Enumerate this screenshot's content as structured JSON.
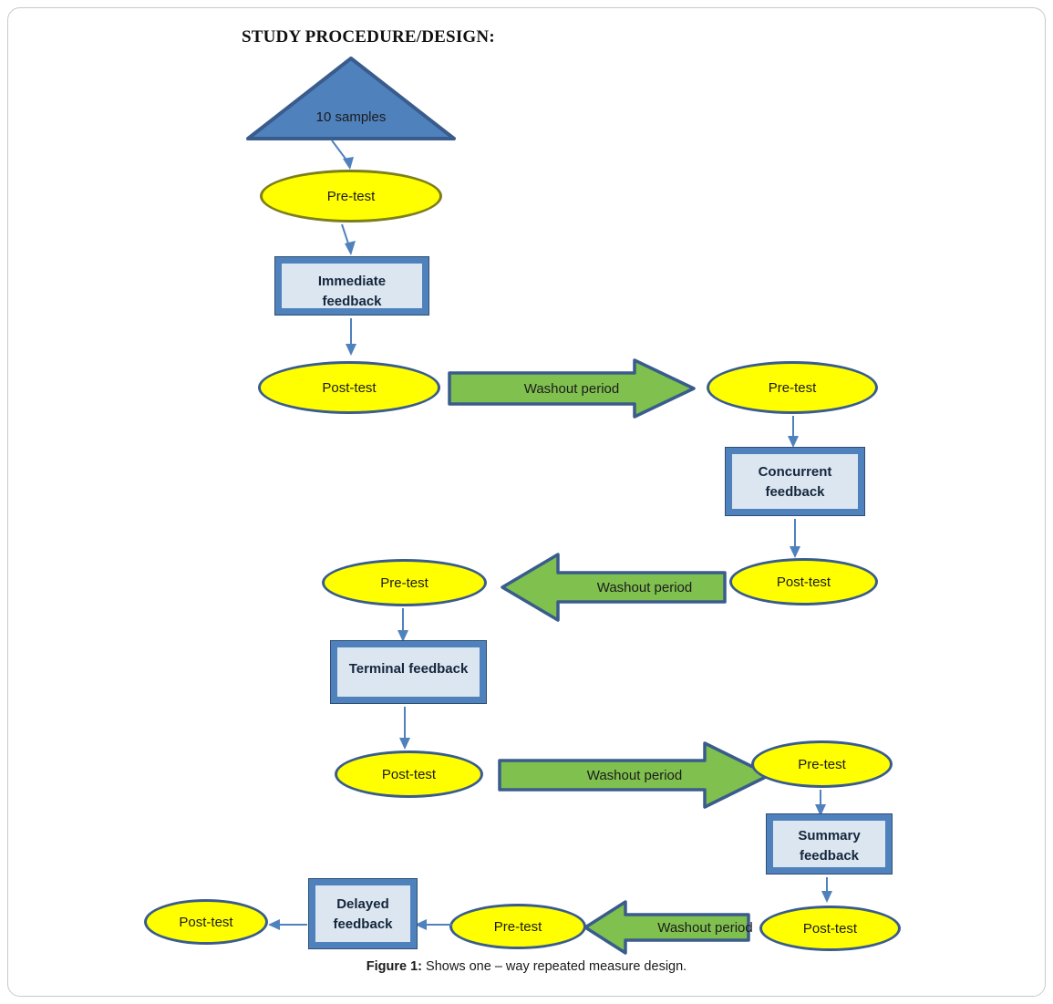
{
  "title": "STUDY PROCEDURE/DESIGN:",
  "caption": {
    "lead": "Figure 1:",
    "text": " Shows one – way repeated measure design."
  },
  "colors": {
    "triangle_fill": "#4F81BD",
    "triangle_border": "#3A5C8C",
    "ellipse_fill": "#FFFF00",
    "ellipse_border": "#3A5C8C",
    "ellipse_border_olive": "#7C7F1E",
    "box_frame": "#4F81BD",
    "box_fill": "#DCE6F1",
    "washout_fill": "#80C04F",
    "washout_border": "#3A5C8C",
    "connector": "#4F81BD",
    "page_frame": "#C9C9C9"
  },
  "nodes": {
    "samples": "10 samples",
    "pretest": "Pre-test",
    "posttest": "Post-test",
    "washout": "Washout period",
    "feedback_immediate_l1": "Immediate",
    "feedback_immediate_l2": "feedback",
    "feedback_concurrent_l1": "Concurrent",
    "feedback_concurrent_l2": "feedback",
    "feedback_terminal": "Terminal feedback",
    "feedback_summary_l1": "Summary",
    "feedback_summary_l2": "feedback",
    "feedback_delayed_l1": "Delayed",
    "feedback_delayed_l2": "feedback"
  },
  "chart_data": {
    "type": "diagram",
    "title": "STUDY PROCEDURE/DESIGN:",
    "description": "One-way repeated measure design flowchart: a single group of 10 samples receives five feedback conditions in sequence, each preceded by a pre-test and followed by a post-test, with washout periods between conditions.",
    "sample_size": 10,
    "conditions": [
      "Immediate feedback",
      "Concurrent feedback",
      "Terminal feedback",
      "Summary feedback",
      "Delayed feedback"
    ],
    "sequence": [
      "10 samples",
      "Pre-test",
      "Immediate feedback",
      "Post-test",
      "Washout period",
      "Pre-test",
      "Concurrent feedback",
      "Post-test",
      "Washout period",
      "Pre-test",
      "Terminal feedback",
      "Post-test",
      "Washout period",
      "Pre-test",
      "Summary feedback",
      "Post-test",
      "Washout period",
      "Pre-test",
      "Delayed feedback",
      "Post-test"
    ],
    "washout_count": 4,
    "pretest_count": 5,
    "posttest_count": 5
  }
}
